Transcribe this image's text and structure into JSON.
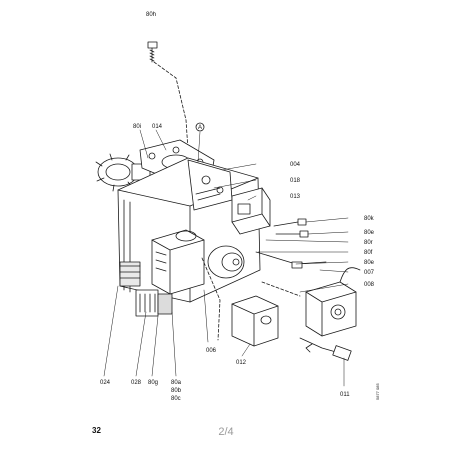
{
  "page": {
    "number": "32",
    "indicator": "2/4",
    "ref_code": "5877 085"
  },
  "labels": {
    "l80h": "80h",
    "l80i": "80i",
    "l014": "014",
    "lA": "A",
    "l004": "004",
    "l018": "018",
    "l013": "013",
    "l80k": "80k",
    "l80e_top": "80e",
    "l80r": "80r",
    "l80f": "80f",
    "l80e_low": "80e",
    "l007": "007",
    "l008": "008",
    "l006": "006",
    "l012": "012",
    "l011": "011",
    "l024": "024",
    "l028": "028",
    "l80g": "80g",
    "l80a": "80a",
    "l80b": "80b",
    "l80c": "80c"
  }
}
